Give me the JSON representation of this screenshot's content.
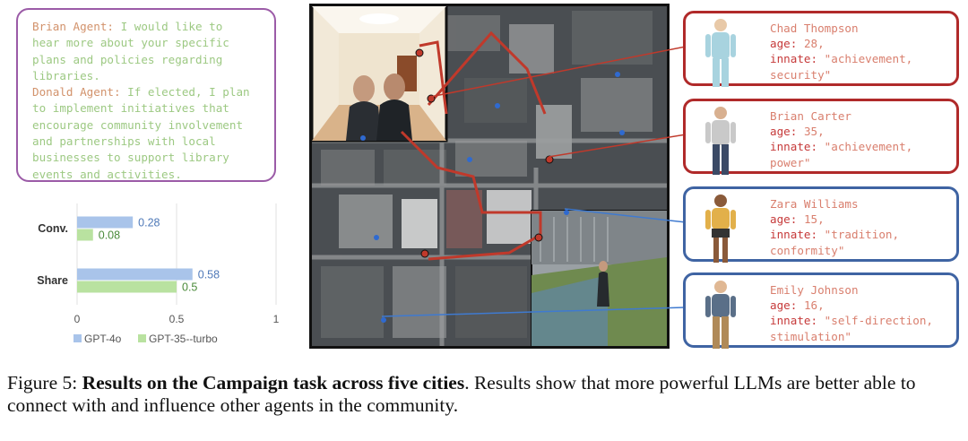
{
  "dialogue": {
    "lines": [
      {
        "speaker": "Brian Agent:",
        "text": " I would like to\nhear more about your specific\nplans and policies regarding\nlibraries."
      },
      {
        "speaker": "Donald Agent:",
        "text": " If elected, I plan\nto implement initiatives that\nencourage community involvement\nand partnerships with local\nbusinesses to support library\nevents and activities."
      }
    ]
  },
  "chart_data": {
    "type": "bar",
    "orientation": "horizontal",
    "categories": [
      "Conv.",
      "Share"
    ],
    "series": [
      {
        "name": "GPT-4o",
        "values": [
          0.28,
          0.58
        ],
        "color": "#a9c4ea"
      },
      {
        "name": "GPT-35--turbo",
        "values": [
          0.08,
          0.5
        ],
        "color": "#b9e2a0"
      }
    ],
    "value_labels": {
      "GPT-4o": [
        "0.28",
        "0.58"
      ],
      "GPT-35--turbo": [
        "0.08",
        "0.5"
      ]
    },
    "xlim": [
      0,
      1
    ],
    "xticks": [
      "0",
      "0.5",
      "1"
    ],
    "grid": true,
    "legend_position": "bottom"
  },
  "agents": [
    {
      "name": "Chad Thompson",
      "age_key": "age:",
      "age": "28,",
      "innate_key": "innate:",
      "innate_l1": "\"achievement,",
      "innate_l2": "security\"",
      "theme": "red",
      "figure_color": "#a8d3df"
    },
    {
      "name": "Brian Carter",
      "age_key": "age:",
      "age": "35,",
      "innate_key": "innate:",
      "innate_l1": "\"achievement,",
      "innate_l2": "power\"",
      "theme": "red",
      "figure_color": "#3b4a66"
    },
    {
      "name": "Zara Williams",
      "age_key": "age:",
      "age": "15,",
      "innate_key": "innate:",
      "innate_l1": "\"tradition,",
      "innate_l2": "conformity\"",
      "theme": "blue",
      "figure_color": "#e2b04a"
    },
    {
      "name": "Emily Johnson",
      "age_key": "age:",
      "age": "16,",
      "innate_key": "innate:",
      "innate_l1": "\"self-direction,",
      "innate_l2": "stimulation\"",
      "theme": "blue",
      "figure_color": "#5a6f88"
    }
  ],
  "caption": {
    "prefix": "Figure 5: ",
    "bold": "Results on the Campaign task across five cities",
    "rest": ". Results show that more powerful LLMs are better able to connect with and influence other agents in the community."
  },
  "colors": {
    "dialogue_border": "#9b5ba7",
    "red_route": "#c0392b",
    "blue_marker": "#2f6ad0"
  }
}
